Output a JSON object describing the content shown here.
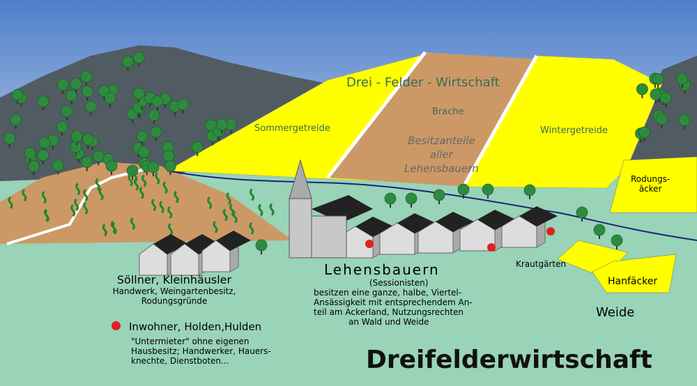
{
  "title": "Dreifelderwirtschaft",
  "fields": {
    "header": "Drei - Felder - Wirtschaft",
    "summer": "Sommergetreide",
    "fallow": "Brache",
    "winter": "Wintergetreide",
    "shares": [
      "Besitzanteile",
      "aller",
      "Lehensbauern"
    ],
    "clearing": [
      "Rodungs-",
      "äcker"
    ],
    "cabbage": "Krautgärten",
    "hemp": "Hanfäcker",
    "pasture": "Weide"
  },
  "groups": {
    "soellner": {
      "title": "Söllner, Kleinhäusler",
      "lines": [
        "Handwerk, Weingartenbesitz,",
        "Rodungsgründe"
      ]
    },
    "inwohner": {
      "title": "Inwohner, Holden,Hulden",
      "lines": [
        "\"Untermieter\" ohne eigenen",
        "Hausbesitz; Handwerker, Hauers-",
        "knechte, Dienstboten..."
      ],
      "marker_color": "#dd2222"
    },
    "lehensbauern": {
      "title": "Lehensbauern",
      "subtitle": "(Sessionisten)",
      "lines": [
        "besitzen eine ganze, halbe, Viertel-",
        "Ansässigkeit mit entsprechendem An-",
        "teil am Ackerland, Nutzungsrechten",
        "an Wald und Weide"
      ]
    }
  },
  "colors": {
    "meadow": "#99d3b8",
    "field": "#ffff00",
    "fallow": "#cc9966",
    "forest": "#505c62",
    "tree": "#2e8b3e"
  }
}
